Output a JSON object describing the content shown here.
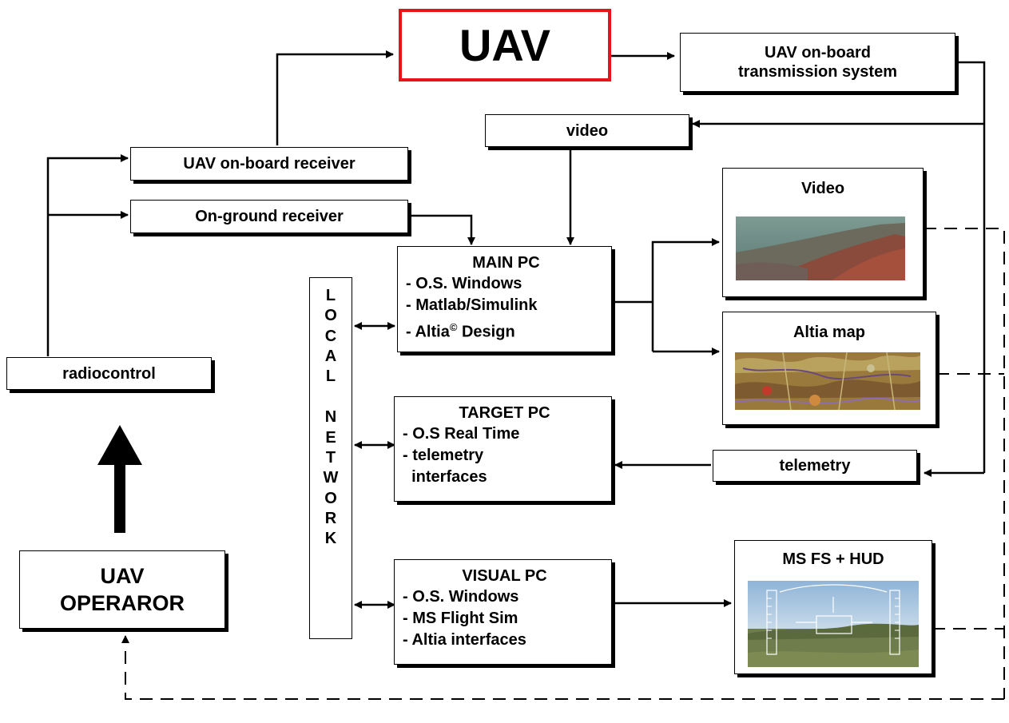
{
  "nodes": {
    "uav": "UAV",
    "tx_system_line1": "UAV on-board",
    "tx_system_line2": "transmission system",
    "video_link": "video",
    "onboard_receiver": "UAV on-board receiver",
    "ground_receiver": "On-ground receiver",
    "radiocontrol": "radiocontrol",
    "operator_line1": "UAV",
    "operator_line2": "OPERAROR",
    "telemetry_link": "telemetry"
  },
  "main_pc": {
    "title": "MAIN PC",
    "lines": [
      "- O.S. Windows",
      "- Matlab/Simulink"
    ],
    "altia_prefix": "- Altia",
    "altia_sup": "©",
    "altia_suffix": " Design"
  },
  "target_pc": {
    "title": "TARGET PC",
    "lines": [
      "- O.S Real Time",
      "- telemetry",
      "  interfaces"
    ]
  },
  "visual_pc": {
    "title": "VISUAL PC",
    "lines": [
      "- O.S. Windows",
      "- MS Flight Sim",
      "- Altia interfaces"
    ]
  },
  "local_network": {
    "letters_top": [
      "L",
      "O",
      "C",
      "A",
      "L"
    ],
    "letters_bottom": [
      "N",
      "E",
      "T",
      "W",
      "O",
      "R",
      "K"
    ]
  },
  "panels": {
    "video": "Video",
    "altia_map": "Altia map",
    "msfs": "MS FS + HUD"
  },
  "colors": {
    "uav_border": "#e8141b",
    "line": "#000000"
  }
}
